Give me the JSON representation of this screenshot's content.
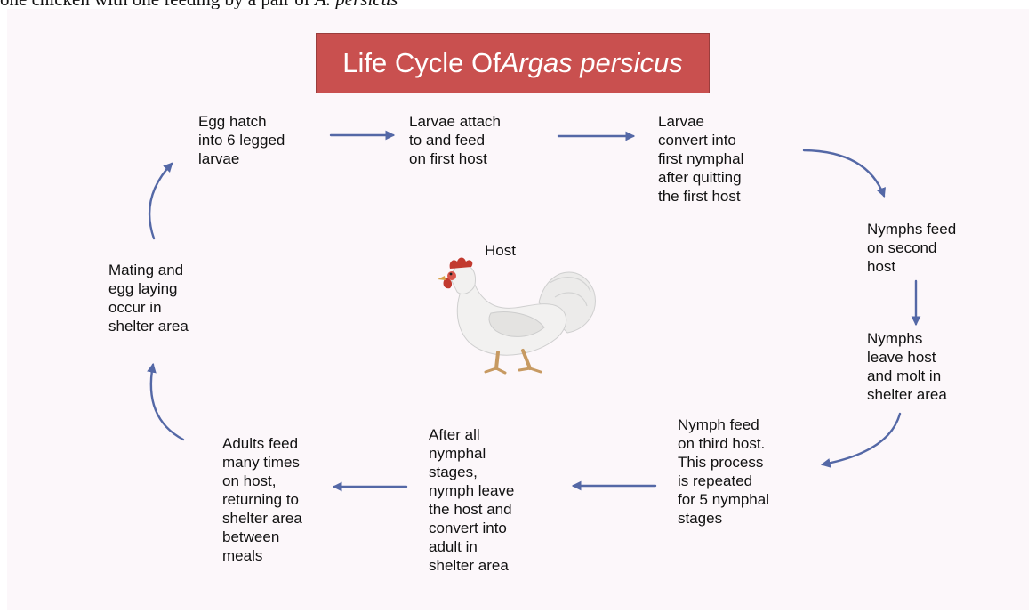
{
  "caption": {
    "prefix": "one chicken with one feeding by a pair of ",
    "species": "A. persicus"
  },
  "title": {
    "prefix": "Life Cycle Of ",
    "species": "Argas persicus"
  },
  "host_label": "Host",
  "steps": [
    {
      "id": "egg-hatch",
      "text": "Egg hatch\ninto 6 legged\nlarvae"
    },
    {
      "id": "larvae-attach",
      "text": "Larvae attach\nto and feed\non first host"
    },
    {
      "id": "larvae-convert",
      "text": "Larvae\nconvert into\nfirst nymphal\nafter quitting\nthe first host"
    },
    {
      "id": "nymphs-feed-second",
      "text": "Nymphs feed\non second\nhost"
    },
    {
      "id": "nymphs-leave",
      "text": "Nymphs\nleave host\nand molt in\nshelter area"
    },
    {
      "id": "nymph-third-host",
      "text": "Nymph feed\non third host.\nThis process\nis repeated\nfor 5 nymphal\nstages"
    },
    {
      "id": "after-nymphal",
      "text": "After all\nnymphal\nstages,\nnymph leave\nthe host and\nconvert into\nadult in\nshelter area"
    },
    {
      "id": "adults-feed",
      "text": "Adults feed\nmany times\non host,\nreturning to\nshelter area\nbetween\nmeals"
    },
    {
      "id": "mating",
      "text": "Mating and\negg laying\noccur in\nshelter area"
    }
  ],
  "colors": {
    "arrow": "#5468a6",
    "title_bg": "#c9504f",
    "panel_bg": "#fcf7fa"
  }
}
